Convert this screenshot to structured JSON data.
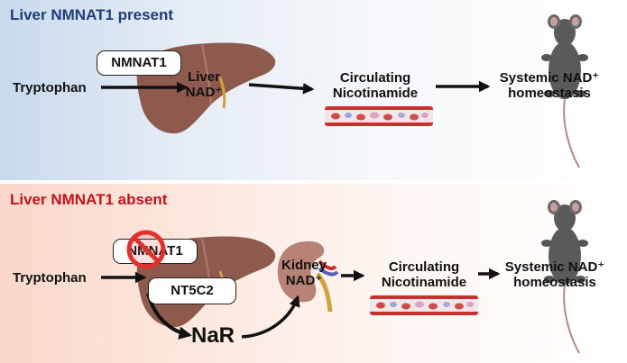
{
  "top_panel": {
    "title": "Liver NMNAT1 present",
    "tryptophan": "Tryptophan",
    "enzyme": "NMNAT1",
    "liver_nad": "Liver\nNAD⁺",
    "circulating": "Circulating\nNicotinamide",
    "systemic": "Systemic NAD⁺\nhomeostasis"
  },
  "bottom_panel": {
    "title": "Liver NMNAT1 absent",
    "tryptophan": "Tryptophan",
    "enzyme": "NMNAT1",
    "nt5c2": "NT5C2",
    "nar": "NaR",
    "kidney_nad": "Kidney\nNAD⁺",
    "circulating": "Circulating\nNicotinamide",
    "systemic": "Systemic NAD⁺\nhomeostasis"
  },
  "colors": {
    "top_title": "#1f3d7a",
    "bottom_title": "#c0141c",
    "liver": "#8e5a4e",
    "kidney": "#b98277",
    "vessel_red": "#c8302e",
    "plasma": "#f1e6e8",
    "mouse": "#5a5a5a",
    "inhibit_red": "#e0322c"
  }
}
